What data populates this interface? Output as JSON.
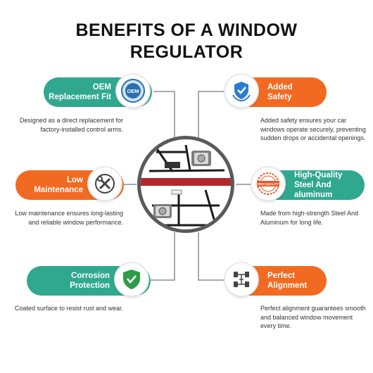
{
  "title_line1": "BENEFITS OF A WINDOW",
  "title_line2": "REGULATOR",
  "benefits": [
    {
      "label1": "OEM",
      "label2": "Replacement Fit",
      "icon": "oem-seal-icon",
      "badge_text": "OEM",
      "desc": "Designed as a direct replacement for factory-installed control arms."
    },
    {
      "label1": "Added",
      "label2": "Safety",
      "icon": "shield-check-icon",
      "desc": "Added safety ensures your car windows operate securely, preventing sudden drops or accidental openings."
    },
    {
      "label1": "Low",
      "label2": "Maintenance",
      "icon": "wrench-screwdriver-icon",
      "desc": "Low maintenance ensures long-lasting and reliable window performance."
    },
    {
      "label1": "High-Quality",
      "label2": "Steel And",
      "label3": "aluminum",
      "icon": "high-quality-stamp-icon",
      "badge_text": "HIGH QUALITY",
      "desc": "Made from high-strength Steel And Aluminum for long life."
    },
    {
      "label1": "Corrosion",
      "label2": "Protection",
      "icon": "shield-check-icon",
      "desc": "Coated surface to resist rust and wear."
    },
    {
      "label1": "Perfect",
      "label2": "Alignment",
      "icon": "wheel-alignment-icon",
      "desc": "Perfect alignment guarantees smooth and balanced window movement every time."
    }
  ],
  "colors": {
    "teal": "#2fa88f",
    "orange": "#f26a21",
    "title": "#111111"
  }
}
